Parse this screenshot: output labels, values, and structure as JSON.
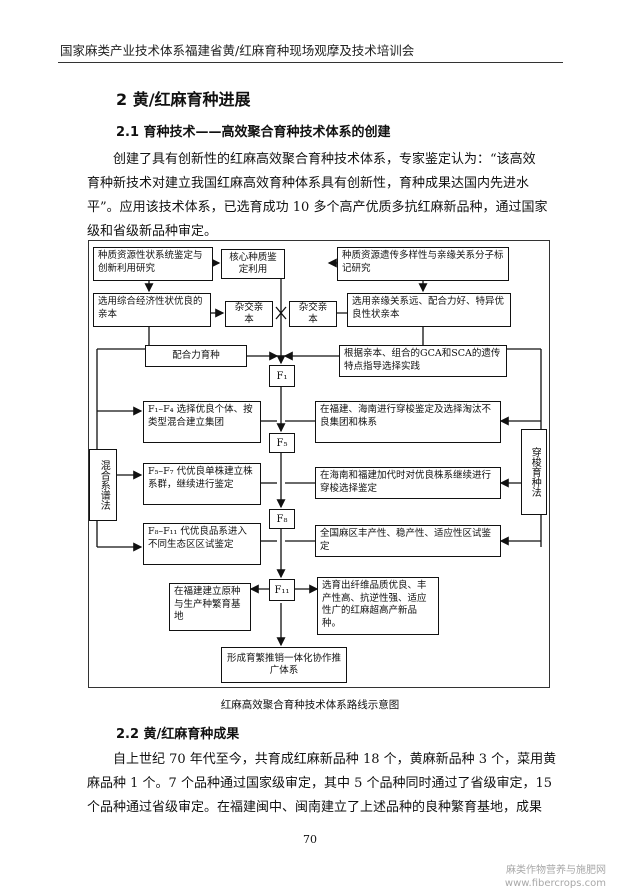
{
  "header": {
    "text": "国家麻类产业技术体系福建省黄/红麻育种现场观摩及技术培训会"
  },
  "section": {
    "title": "2  黄/红麻育种进展"
  },
  "sub1": {
    "title": "2.1  育种技术——高效聚合育种技术体系的创建"
  },
  "para1": {
    "lines": [
      "创建了具有创新性的红麻高效聚合育种技术体系，专家鉴定认为：“该高效",
      "育种新技术对建立我国红麻高效育种体系具有创新性，育种成果达国内先进水",
      "平”。应用该技术体系，已选育成功 10 多个高产优质多抗红麻新品种，通过国家",
      "级和省级新品种审定。"
    ]
  },
  "diagram": {
    "boxes": {
      "germplasm_eval": "种质资源性状系统鉴定与创新利用研究",
      "core_germplasm": "核心种质鉴定利用",
      "germplasm_diversity": "种质资源遗传多样性与亲缘关系分子标记研究",
      "select_comprehensive": "选用综合经济性状优良的亲本",
      "cross_left": "杂交亲本",
      "cross_right": "杂交亲本",
      "select_distant": "选用亲缘关系远、配合力好、特异优良性状亲本",
      "combining_ability": "配合力育种",
      "gca_sca": "根据亲本、组合的GCA和SCA的遗传特点指导选择实践",
      "f1": "F₁",
      "f1_f4": "F₁–F₄ 选择优良个体、按类型混合建立集团",
      "fujian_hainan": "在福建、海南进行穿梭鉴定及选择淘汰不良集团和株系",
      "f5": "F₅",
      "f5_f7": "F₅–F₇ 代优良单株建立株系群，继续进行鉴定",
      "hainan_fujian": "在海南和福建加代时对优良株系继续进行穿梭选择鉴定",
      "mixed_system": "混合系谱法",
      "shuttle_breeding": "穿梭育种法",
      "f8": "F₈",
      "f8_f11": "F₈–F₁₁ 代优良品系进入不同生态区区试鉴定",
      "national_trial": "全国麻区丰产性、稳产性、适应性区试鉴定",
      "f11": "F₁₁",
      "fujian_base": "在福建建立原种与生产种繁育基地",
      "new_varieties": "选育出纤维品质优良、丰产性高、抗逆性强、适应性广的红麻超高产新品种。",
      "promotion": "形成育繁推销一体化协作推广体系"
    },
    "caption": "红麻高效聚合育种技术体系路线示意图"
  },
  "sub2": {
    "title": "2.2 黄/红麻育种成果"
  },
  "para2": {
    "lines": [
      "自上世纪 70 年代至今，共育成红麻新品种 18 个，黄麻新品种 3 个，菜用黄",
      "麻品种 1 个。7 个品种通过国家级审定，其中 5 个品种同时通过了省级审定，15",
      "个品种通过省级审定。在福建闽中、闽南建立了上述品种的良种繁育基地，成果"
    ]
  },
  "page_number": "70",
  "watermark": {
    "line1": "麻类作物营养与施肥网",
    "line2": "www.fibercrops.com"
  }
}
